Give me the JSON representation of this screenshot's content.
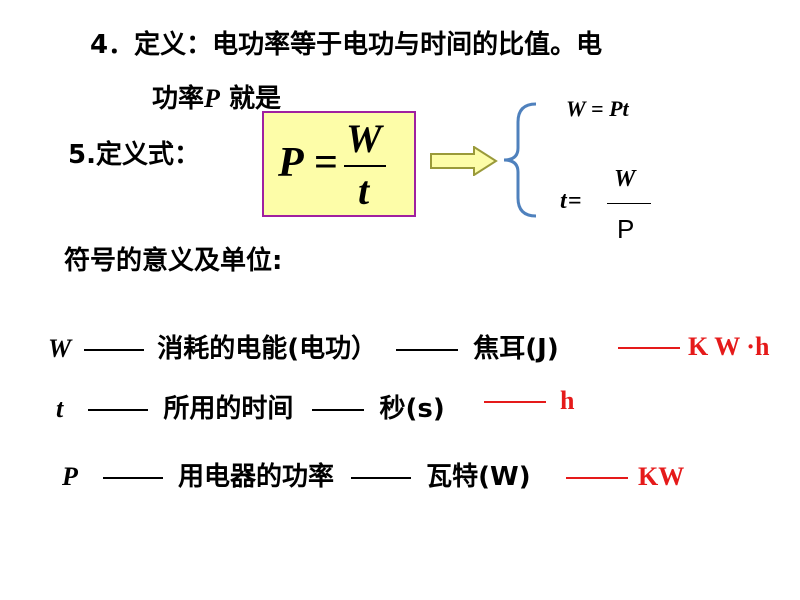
{
  "definition": {
    "number": "4．",
    "line1": "定义：电功率等于电功与时间的比值。电",
    "line2_prefix": "功率",
    "line2_var": "P",
    "line2_suffix": " 就是"
  },
  "formula": {
    "number": "5.",
    "label": "定义式：",
    "lhs": "P",
    "eq": "=",
    "numerator": "W",
    "denominator": "t"
  },
  "derived": {
    "f1_w": "W",
    "f1_eq": " = ",
    "f1_rhs": "Pt",
    "f2_lhs": "t",
    "f2_eq": " = ",
    "f2_num": "W",
    "f2_den": "P"
  },
  "symbols_heading": "符号的意义及单位:",
  "rows": [
    {
      "symbol": "W",
      "meaning": "消耗的电能(电功）",
      "unit": "焦耳(J)",
      "alt_unit": "K W ·h"
    },
    {
      "symbol": "t",
      "meaning": "所用的时间",
      "unit": "秒(s)",
      "alt_unit": "h"
    },
    {
      "symbol": "P",
      "meaning": "用电器的功率",
      "unit": "瓦特(W)",
      "alt_unit": "KW"
    }
  ],
  "colors": {
    "box_fill": "#fdfda8",
    "box_border": "#a020a0",
    "arrow_fill": "#fdfda8",
    "arrow_stroke": "#9a9a3a",
    "brace": "#4f81bd",
    "alt_unit": "#e51a1a"
  }
}
